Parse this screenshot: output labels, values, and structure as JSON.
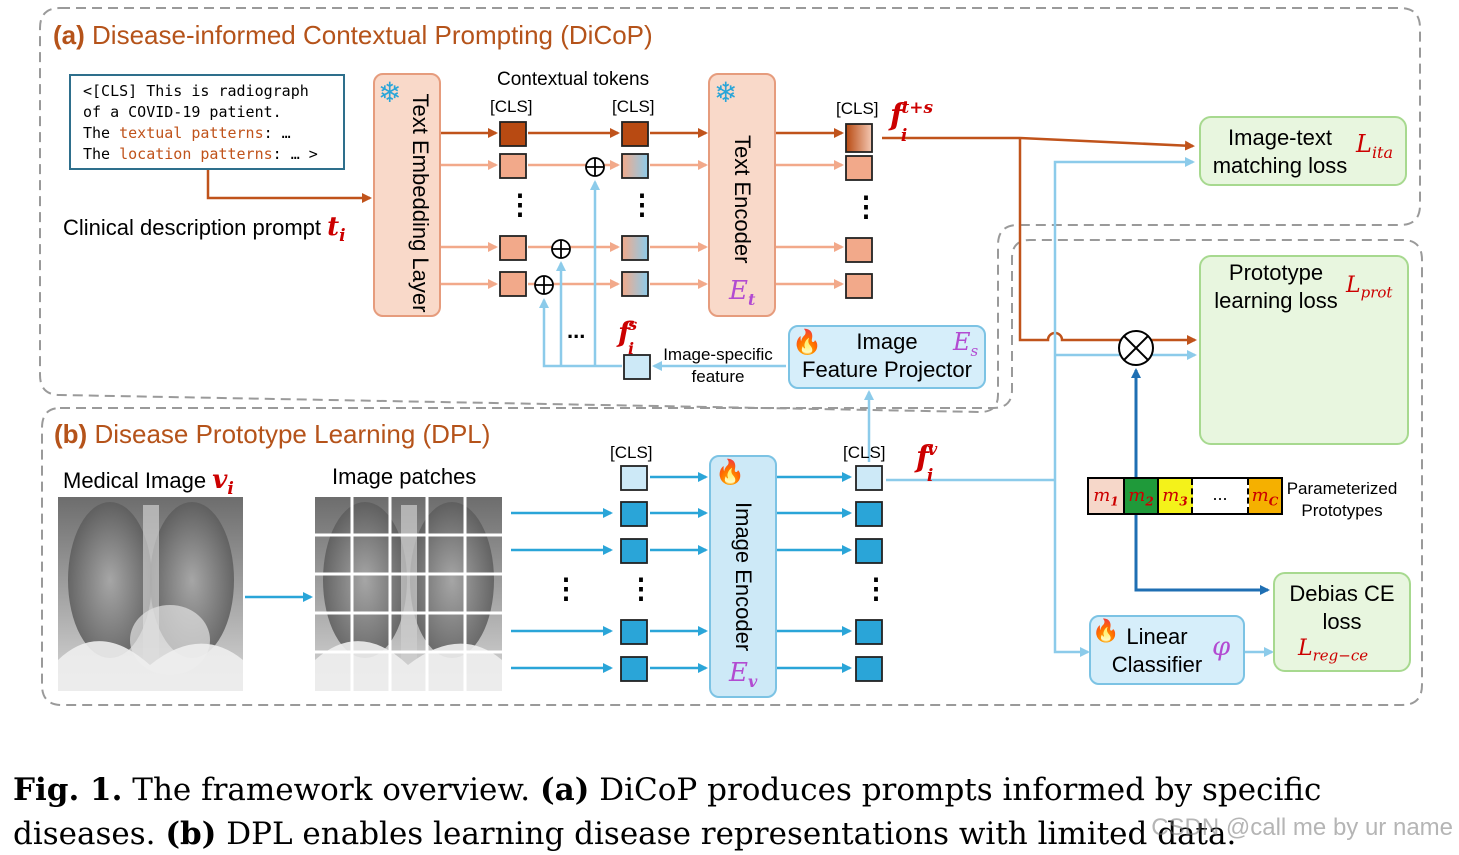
{
  "section_a": {
    "label": "(a)",
    "title": "Disease-informed Contextual Prompting (DiCoP)"
  },
  "section_b": {
    "label": "(b)",
    "title": "Disease Prototype Learning (DPL)"
  },
  "prompt_box": {
    "line1": "<[CLS] This is radiograph",
    "line2": "of a COVID-19 patient.",
    "line3_a": "The ",
    "line3_b": "textual patterns",
    "line3_c": ": …",
    "line4_a": "The ",
    "line4_b": "location patterns",
    "line4_c": ": … >"
  },
  "clinical_prompt": {
    "text": "Clinical description prompt",
    "symbol": "t",
    "sub": "i"
  },
  "text_embedding_layer": {
    "label": "Text Embedding Layer",
    "icon": "snowflake-icon"
  },
  "contextual_tokens": "Contextual tokens",
  "cls": "[CLS]",
  "dots": "⋮",
  "ellipsis": "...",
  "text_encoder": {
    "label": "Text Encoder",
    "symbol": "E",
    "sub": "t",
    "icon": "snowflake-icon"
  },
  "f_ts": {
    "symbol": "f",
    "sub": "i",
    "sup": "t+s"
  },
  "f_s": {
    "symbol": "f",
    "sub": "i",
    "sup": "s"
  },
  "f_v": {
    "symbol": "f",
    "sub": "i",
    "sup": "v"
  },
  "image_specific_feature": {
    "line1": "Image-specific",
    "line2": "feature"
  },
  "image_feature_projector": {
    "line1": "Image",
    "line2": "Feature Projector",
    "symbol": "E",
    "sub": "s",
    "icon": "flame-icon"
  },
  "image_text_loss": {
    "line1": "Image-text",
    "line2": "matching loss",
    "symbol": "L",
    "sub": "ita"
  },
  "prototype_loss": {
    "line1": "Prototype",
    "line2": "learning loss",
    "symbol": "L",
    "sub": "prot"
  },
  "medical_image": {
    "text": "Medical Image",
    "symbol": "v",
    "sub": "i"
  },
  "image_patches": "Image patches",
  "image_encoder": {
    "label": "Image Encoder",
    "symbol": "E",
    "sub": "v",
    "icon": "flame-icon"
  },
  "prototypes": {
    "line1": "Parameterized",
    "line2": "Prototypes",
    "cells": [
      {
        "m": "m",
        "sub": "1",
        "color": "#f6d7c9"
      },
      {
        "m": "m",
        "sub": "2",
        "color": "#1f9a3a"
      },
      {
        "m": "m",
        "sub": "3",
        "color": "#f4f21a"
      },
      {
        "m": "...",
        "sub": "",
        "color": "#ffffff"
      },
      {
        "m": "m",
        "sub": "C",
        "color": "#f5b000"
      }
    ]
  },
  "debias_loss": {
    "line1": "Debias CE",
    "line2": "loss",
    "symbol": "L",
    "sub": "reg−ce"
  },
  "linear_classifier": {
    "line1": "Linear",
    "line2": "Classifier",
    "symbol": "φ",
    "icon": "flame-icon"
  },
  "caption": {
    "fig": "Fig. 1.",
    "part1": " The framework overview. ",
    "a": "(a)",
    "part2": " DiCoP produces prompts informed by specific",
    "part3": "diseases. ",
    "b": "(b)",
    "part4": " DPL enables learning disease representations with limited data."
  },
  "watermark": "CSDN @call me by ur name",
  "colors": {
    "orange": "#c0531b",
    "orange_light": "#f2a98a",
    "blue": "#2aa5d8",
    "blue_light": "#8ccbea",
    "dark_blue": "#1f6fb3",
    "red": "#cc0000",
    "purple": "#b24bd1",
    "green_border": "#a7d98f"
  }
}
